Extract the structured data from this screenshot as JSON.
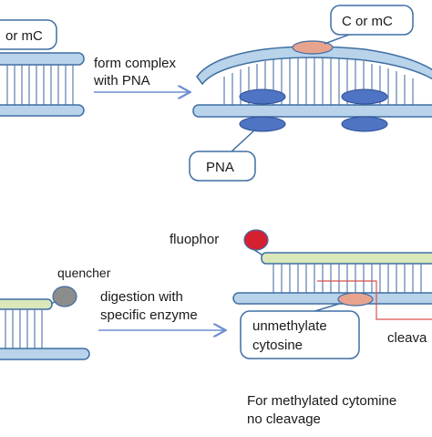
{
  "labels": {
    "top_left_box": "or mC",
    "form_line1": "form complex",
    "form_line2": "with PNA",
    "c_or_mc": "C or mC",
    "pna": "PNA",
    "fluophor": "fluophor",
    "quencher": "quencher",
    "digestion_line1": "digestion with",
    "digestion_line2": "specific enzyme",
    "unmeth_line1": "unmethylate",
    "unmeth_line2": "cytosine",
    "cleavage": "cleava",
    "note_line1": "For methylated cytomine",
    "note_line2": "no cleavage"
  },
  "colors": {
    "strand_fill": "#b8d3ea",
    "strand_stroke": "#3f6ea3",
    "green_strand": "#d9e7b9",
    "pna_fill": "#4f74c4",
    "pna_stroke": "#2f4f95",
    "pink_fill": "#e8a38f",
    "fluophor": "#d42030",
    "quencher": "#8c8c8c",
    "arrow": "#6f8fd1",
    "cut_line": "#d9534f"
  }
}
